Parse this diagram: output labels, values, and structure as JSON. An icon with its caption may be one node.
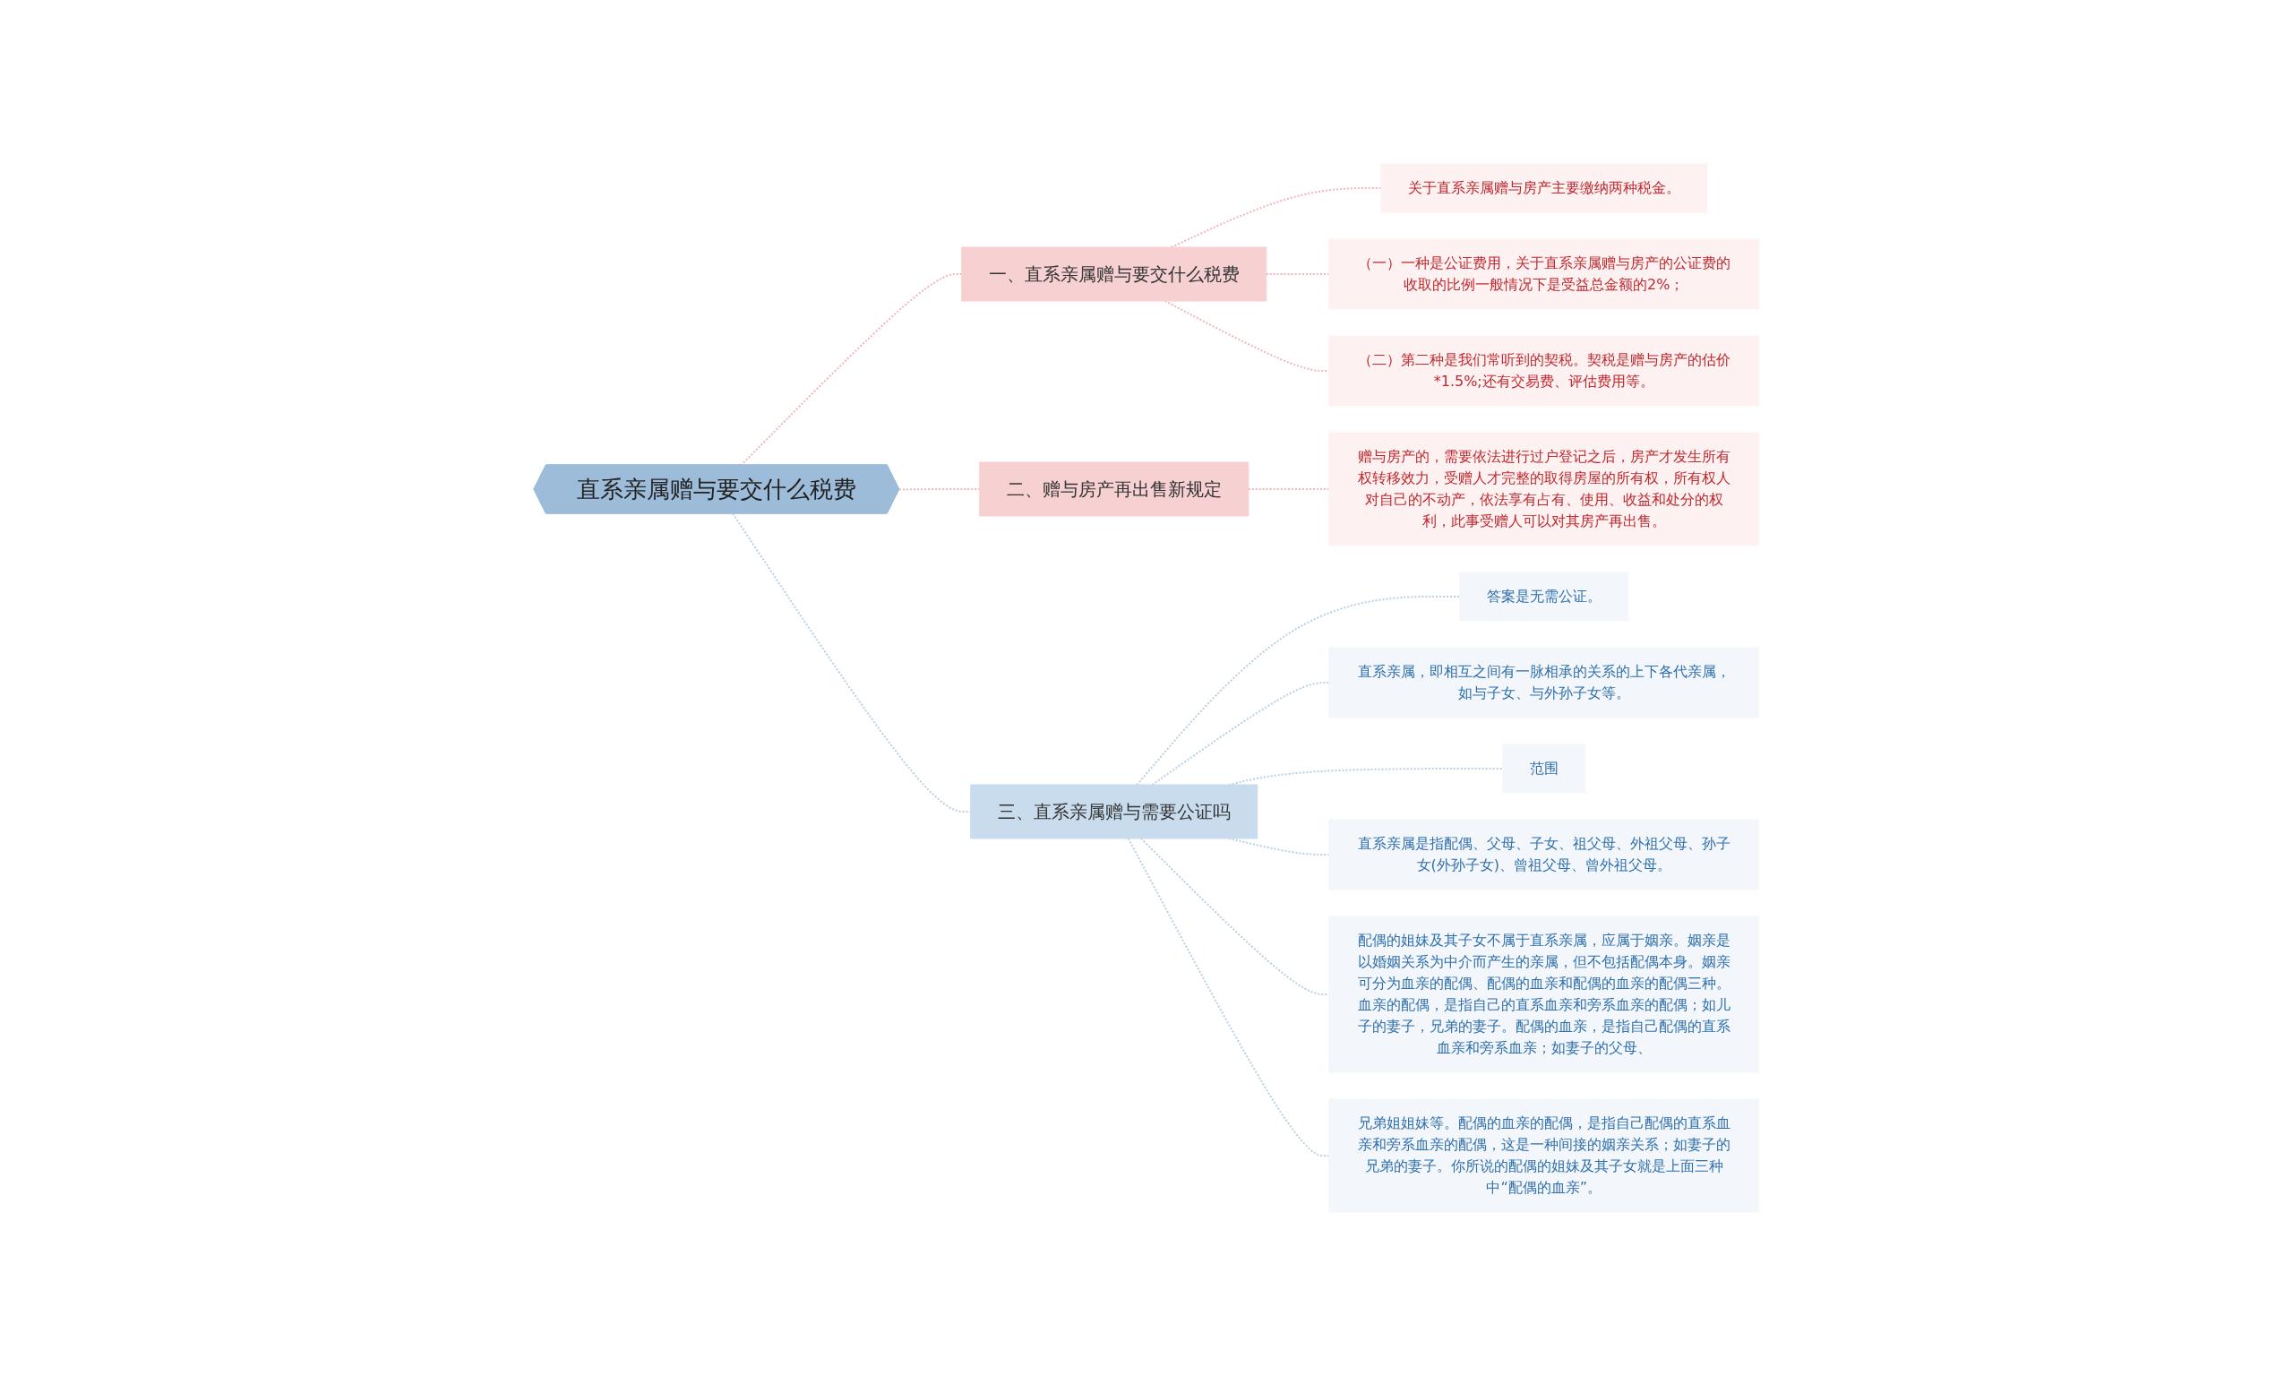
{
  "diagram": {
    "nodes": [
      {
        "text": [
          "直系亲属赠与要交什么税费"
        ]
      },
      {
        "text": [
          "一、直系亲属赠与要交什么税费"
        ]
      },
      {
        "text": [
          "关于直系亲属赠与房产主要缴纳两种税金。"
        ]
      },
      {
        "text": [
          "（一）一种是公证费用，关于直系亲属赠与房产的公证费的收取的比例一般情况下是受益总金额的2%；"
        ]
      },
      {
        "text": [
          "（二）第二种是我们常听到的契税。契税是赠与房产的估价*1.5%;还有交易费、评估费用等。"
        ]
      },
      {
        "text": [
          "二、赠与房产再出售新规定"
        ]
      },
      {
        "text": [
          "赠与房产的，需要依法进行过户登记之后，房产才发生所有权转移效力，受赠人才完整的取得房屋的所有权，所有权人对自己的不动产，依法享有占有、使用、收益和处分的权利，此事受赠人可以对其房产再出售。"
        ]
      },
      {
        "text": [
          "三、直系亲属赠与需要公证吗"
        ]
      },
      {
        "text": [
          "答案是无需公证。"
        ]
      },
      {
        "text": [
          "直系亲属，即相互之间有一脉相承的关系的上下各代亲属，如与子女、与外孙子女等。"
        ]
      },
      {
        "text": [
          "范围"
        ]
      },
      {
        "text": [
          "直系亲属是指配偶、父母、子女、祖父母、外祖父母、孙子女(外孙子女)、曾祖父母、曾外祖父母。"
        ]
      },
      {
        "text": [
          "配偶的姐妹及其子女不属于直系亲属，应属于姻亲。姻亲是以婚姻关系为中介而产生的亲属，但不包括配偶本身。姻亲可分为血亲的配偶、配偶的血亲和配偶的血亲的配偶三种。血亲的配偶，是指自己的直系血亲和旁系血亲的配偶；如儿子的妻子，兄弟的妻子。配偶的血亲，是指自己配偶的直系血亲和旁系血亲；如妻子的父母、"
        ]
      },
      {
        "text": [
          "兄弟姐姐妹等。配偶的血亲的配偶，是指自己配偶的直系血亲和旁系血亲的配偶，这是一种间接的姻亲关系；如妻子的兄弟的妻子。你所说的配偶的姐妹及其子女就是上面三种中“配偶的血亲”。"
        ]
      }
    ],
    "edges": [
      {
        "from": 0,
        "to": 1,
        "arrow": "none",
        "style": "dashed",
        "color": "#f0b5b8"
      },
      {
        "from": 1,
        "to": 2,
        "arrow": "none",
        "style": "dashed",
        "color": "#f0b5b8"
      },
      {
        "from": 1,
        "to": 3,
        "arrow": "none",
        "style": "dashed",
        "color": "#f0b5b8"
      },
      {
        "from": 1,
        "to": 4,
        "arrow": "none",
        "style": "dashed",
        "color": "#f0b5b8"
      },
      {
        "from": 0,
        "to": 5,
        "arrow": "none",
        "style": "dashed",
        "color": "#f0b5b8"
      },
      {
        "from": 5,
        "to": 6,
        "arrow": "none",
        "style": "dashed",
        "color": "#f0b5b8"
      },
      {
        "from": 0,
        "to": 7,
        "arrow": "none",
        "style": "dashed",
        "color": "#b8cfe3"
      },
      {
        "from": 7,
        "to": 8,
        "arrow": "none",
        "style": "dashed",
        "color": "#b8cfe3"
      },
      {
        "from": 7,
        "to": 9,
        "arrow": "none",
        "style": "dashed",
        "color": "#b8cfe3"
      },
      {
        "from": 7,
        "to": 10,
        "arrow": "none",
        "style": "dashed",
        "color": "#b8cfe3"
      },
      {
        "from": 7,
        "to": 11,
        "arrow": "none",
        "style": "dashed",
        "color": "#b8cfe3"
      },
      {
        "from": 7,
        "to": 12,
        "arrow": "none",
        "style": "dashed",
        "color": "#b8cfe3"
      },
      {
        "from": 7,
        "to": 13,
        "arrow": "none",
        "style": "dashed",
        "color": "#b8cfe3"
      }
    ]
  }
}
